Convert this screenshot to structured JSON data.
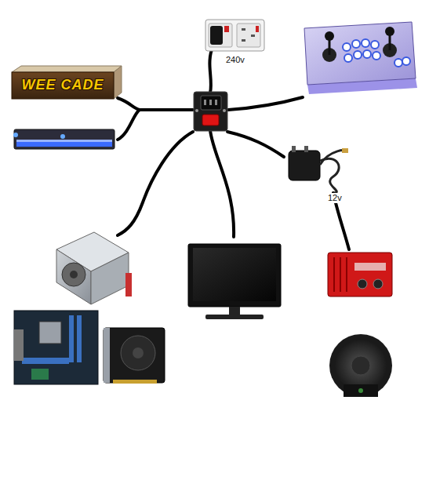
{
  "diagram": {
    "labels": [
      "240v",
      "12v",
      "WEE CADE"
    ]
  }
}
